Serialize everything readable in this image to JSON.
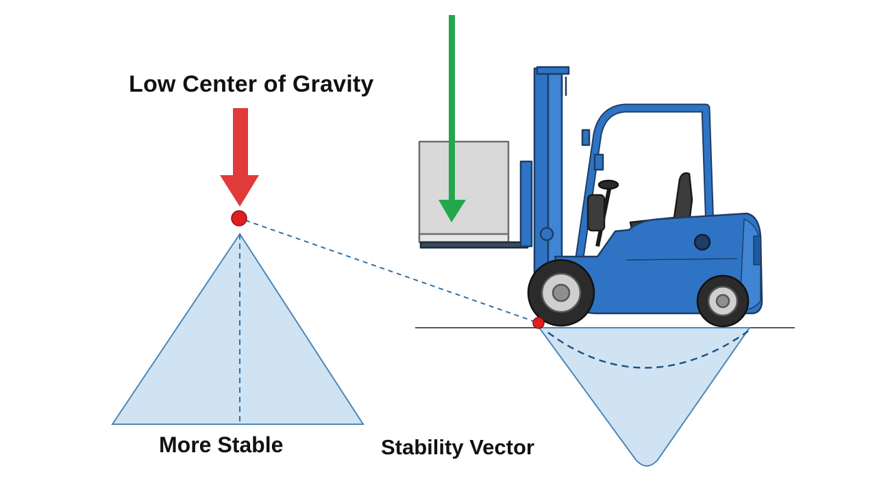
{
  "labels": {
    "title": "Low Center of Gravity",
    "left_caption": "More Stable",
    "right_caption": "Stability Vector"
  },
  "colors": {
    "triangle_fill": "#cfe3f3",
    "triangle_stroke": "#4a86b8",
    "dashed_line": "#2f6fa6",
    "red_arrow": "#e03a3a",
    "green_arrow": "#22a84a",
    "center_point": "#e02020",
    "forklift_body": "#2f74c4",
    "forklift_outline": "#1d3d66",
    "load_box": "#d9d9d9",
    "ground": "#555555"
  },
  "icons": {
    "left_arrow": "down-arrow-icon",
    "right_arrow": "down-arrow-icon",
    "vehicle": "forklift-icon"
  }
}
